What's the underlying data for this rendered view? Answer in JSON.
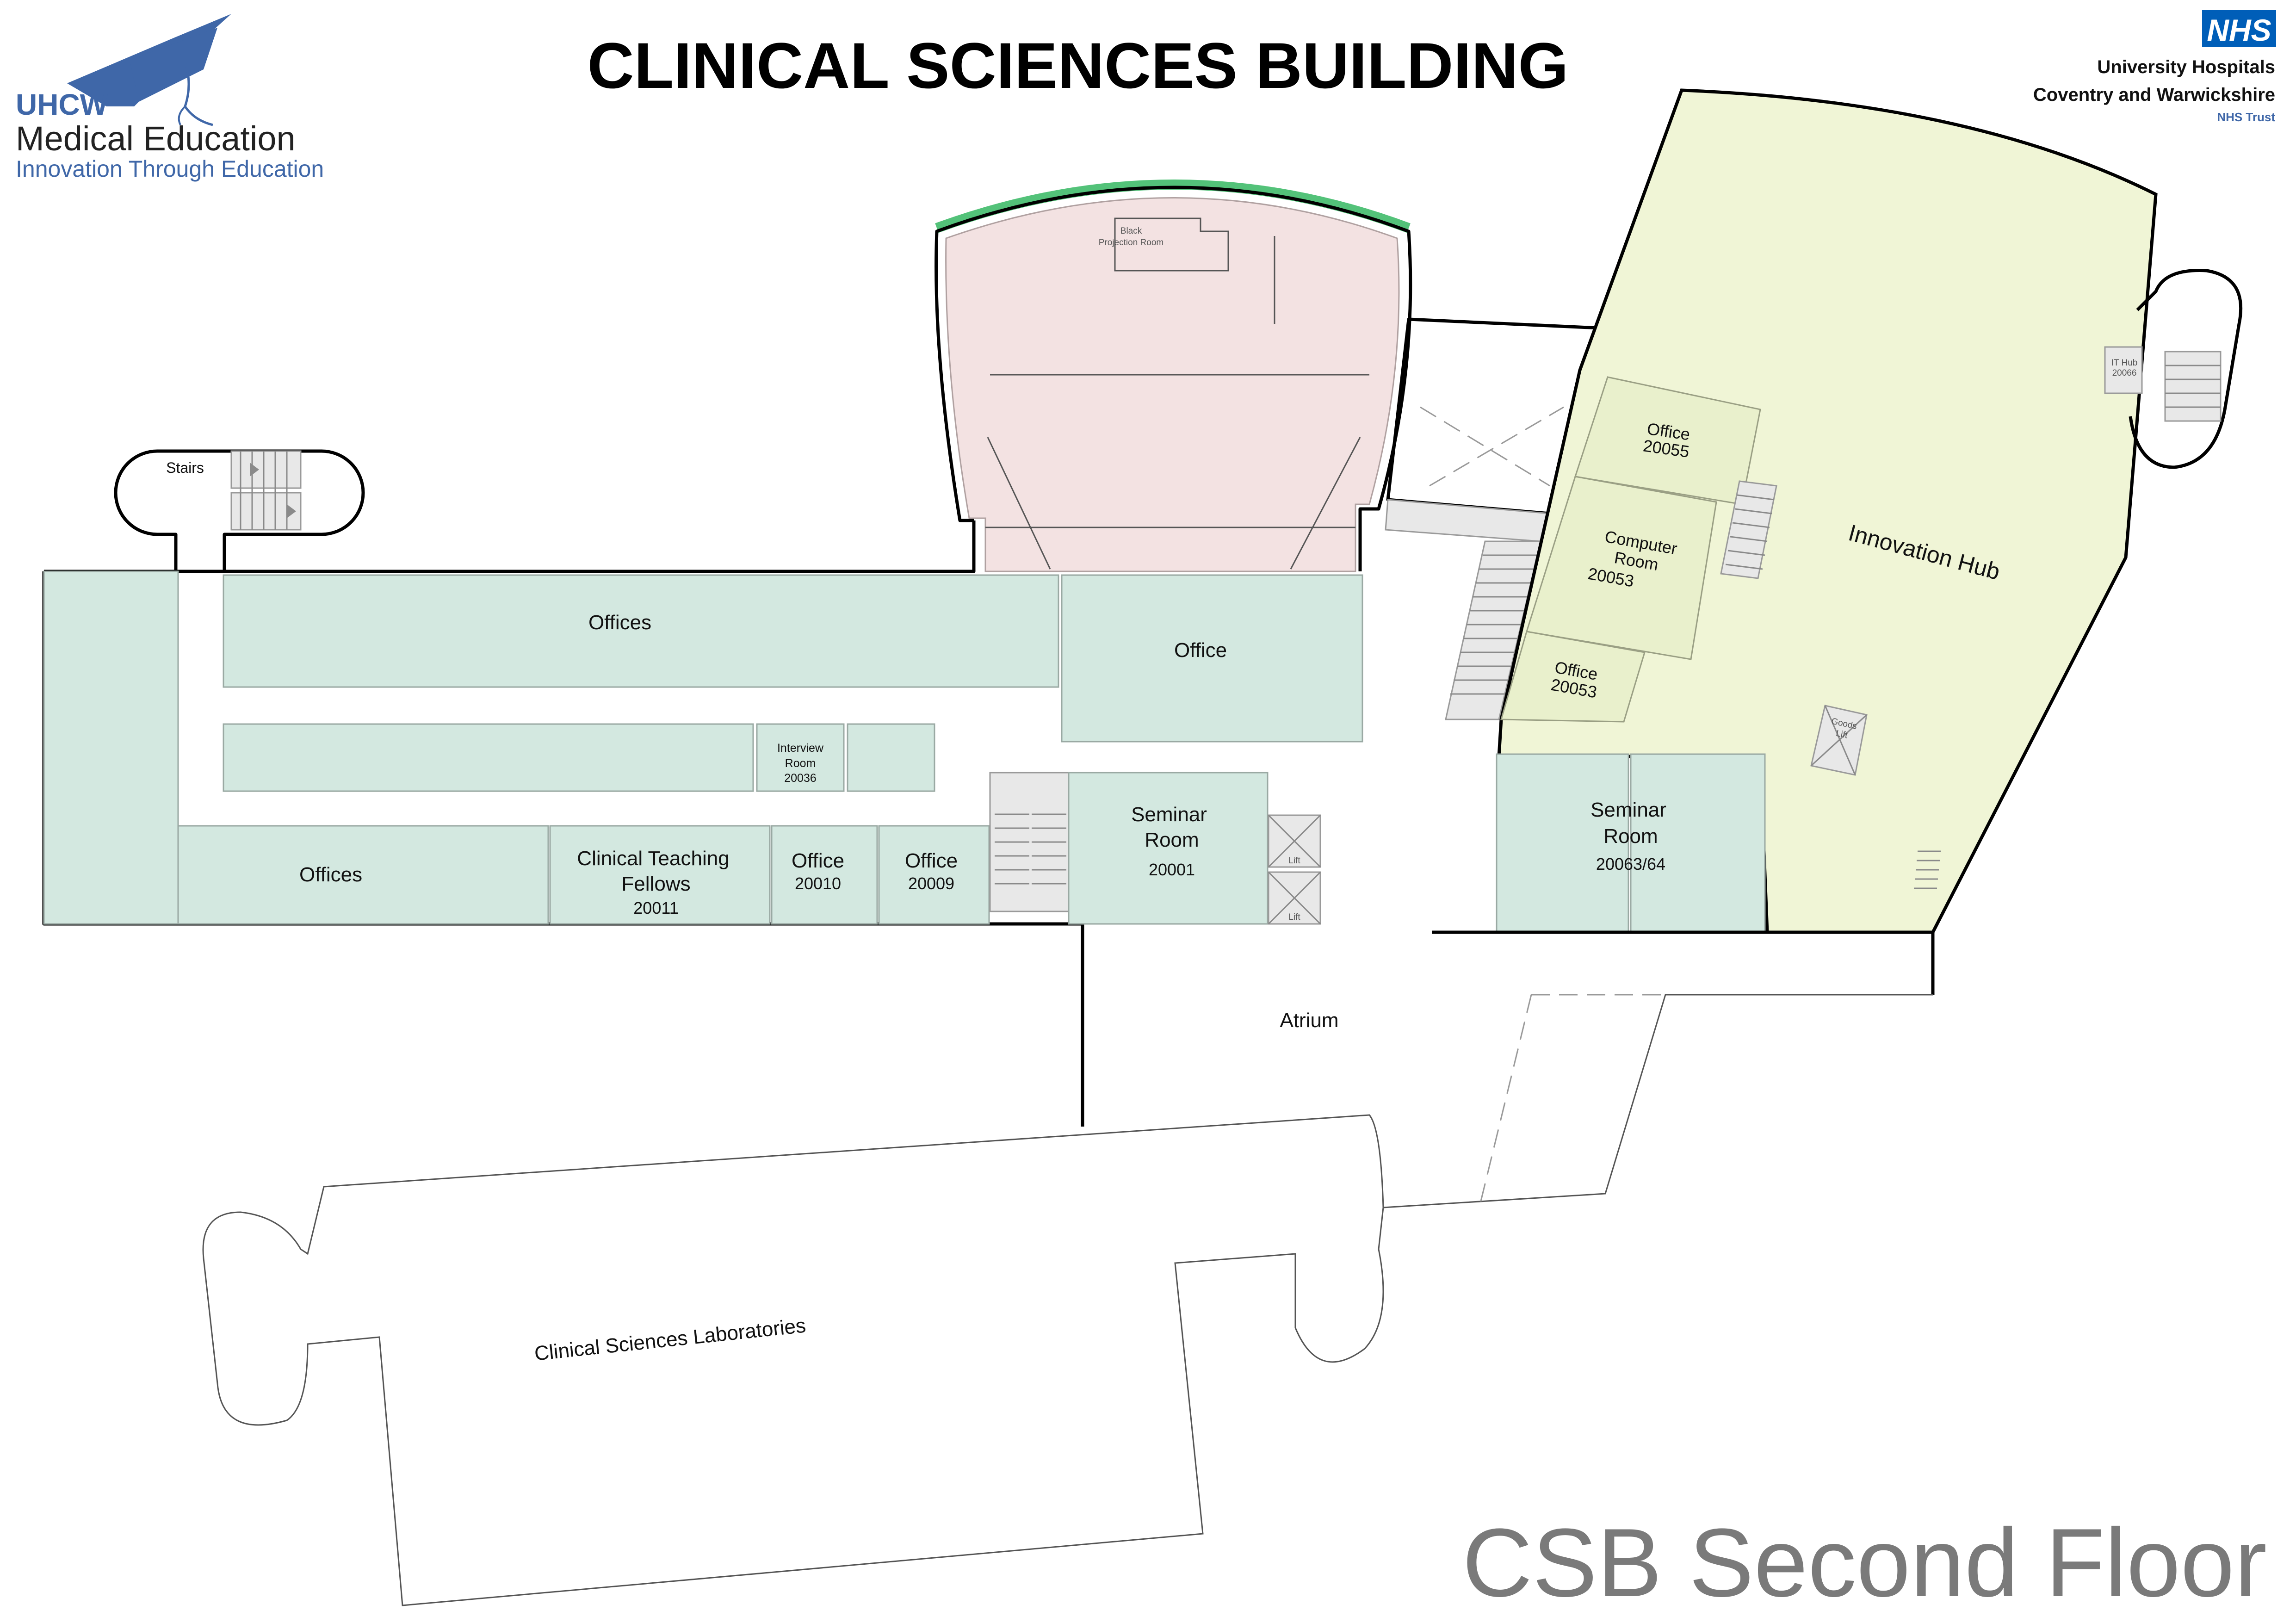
{
  "header": {
    "title": "CLINICAL SCIENCES BUILDING",
    "floor_label": "CSB Second Floor"
  },
  "logo": {
    "line1": "UHCW",
    "line2": "Medical Education",
    "line3": "Innovation Through Education",
    "icon": "graduation-cap-icon"
  },
  "nhs": {
    "badge": "NHS",
    "line1": "University Hospitals",
    "line2": "Coventry and Warwickshire",
    "line3": "NHS Trust"
  },
  "rooms": {
    "stairs": "Stairs",
    "offices_top": "Offices",
    "office_large": "Office",
    "interview_name1": "Interview",
    "interview_name2": "Room",
    "interview_num": "20036",
    "offices_bottom": "Offices",
    "ctf_name1": "Clinical Teaching",
    "ctf_name2": "Fellows",
    "ctf_num": "20011",
    "office_20010_name": "Office",
    "office_20010_num": "20010",
    "office_20009_name": "Office",
    "office_20009_num": "20009",
    "seminar1_name1": "Seminar",
    "seminar1_name2": "Room",
    "seminar1_num": "20001",
    "lift1": "Lift",
    "lift2": "Lift",
    "atrium": "Atrium",
    "black_projection1": "Black",
    "black_projection2": "Projection Room",
    "innovation_hub": "Innovation Hub",
    "office_20055_name": "Office",
    "office_20055_num": "20055",
    "computer_name1": "Computer",
    "computer_name2": "Room",
    "computer_num": "20053",
    "office_20053_name": "Office",
    "office_20053_num": "20053",
    "seminar2_name1": "Seminar",
    "seminar2_name2": "Room",
    "seminar2_num": "20063/64",
    "goods_lift1": "Goods",
    "goods_lift2": "Lift",
    "it_hub1": "IT Hub",
    "it_hub2": "20066",
    "laboratories": "Clinical Sciences Laboratories"
  },
  "colors": {
    "office_fill": "#d3e8e0",
    "lecture_fill": "#f3e2e2",
    "hub_fill": "#f0f5d6",
    "roof_green": "#53c279",
    "logo_blue": "#3f67a8",
    "nhs_blue": "#005eb8"
  }
}
